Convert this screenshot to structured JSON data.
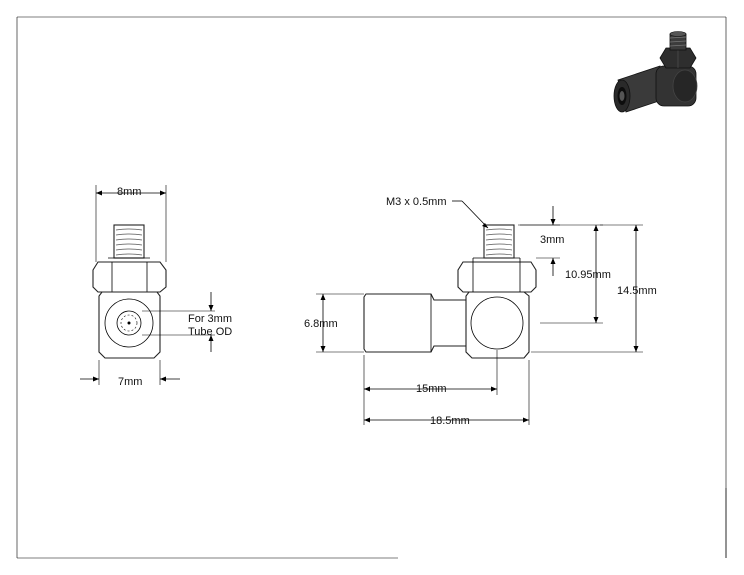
{
  "drawing": {
    "front_view": {
      "width_label": "8mm",
      "bottom_label": "7mm",
      "note_line1": "For 3mm",
      "note_line2": "Tube OD"
    },
    "side_view": {
      "thread_label": "M3 x 0.5mm",
      "thread_height_label": "3mm",
      "center_height_label": "10.95mm",
      "overall_height_label": "14.5mm",
      "tube_diameter_label": "6.8mm",
      "center_length_label": "15mm",
      "overall_length_label": "18.5mm"
    },
    "colors": {
      "line": "#000000",
      "part_outline": "#222222",
      "render_dark": "#2b2b2b"
    },
    "thumbnail_icon": "elbow-fitting-3d-render-icon"
  }
}
